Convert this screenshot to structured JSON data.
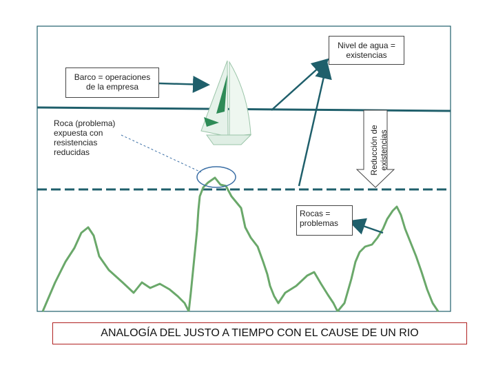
{
  "labels": {
    "water_level": "Nivel de agua =\nexistencias",
    "boat": "Barco = operaciones\nde la empresa",
    "rock_exposed": "Roca (problema) expuesta con resistencias reducidas",
    "inventory_reduction": "Reducción de\nexistencias",
    "rocks": "Rocas =\nproblemas"
  },
  "title": "ANALOGÍA DEL JUSTO A TIEMPO CON EL CAUSE DE UN RIO",
  "colors": {
    "water": "#1f5f6b",
    "rock": "#6aa86a",
    "arrow": "#1f5f6b",
    "sail": "#2e8b57",
    "title_border": "#b02020"
  }
}
